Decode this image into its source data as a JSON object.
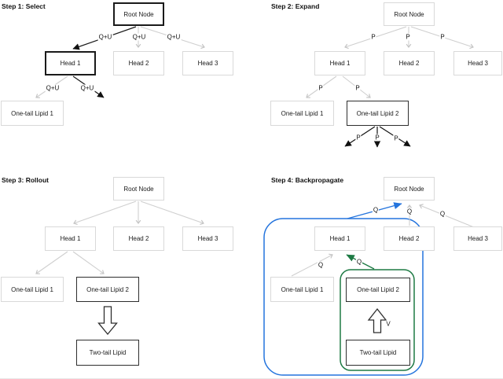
{
  "figure": {
    "type": "diagram",
    "subject": "Monte Carlo Tree Search steps over a lipid-design tree"
  },
  "colors": {
    "accent_blue": "#2474dd",
    "accent_green": "#1e7a44",
    "edge_gray": "#cfcfcf",
    "box_border_light": "#d9d9d9",
    "box_border_dark": "#2e2e2e"
  },
  "panels": {
    "step1": {
      "title": "Step 1: Select",
      "nodes": {
        "root": "Root Node",
        "head1": "Head 1",
        "head2": "Head 2",
        "head3": "Head 3",
        "lipid1": "One-tail Lipid 1"
      },
      "edge_labels": [
        "Q+U",
        "Q+U",
        "Q+U",
        "Q+U",
        "Q+U"
      ]
    },
    "step2": {
      "title": "Step 2: Expand",
      "nodes": {
        "root": "Root Node",
        "head1": "Head 1",
        "head2": "Head 2",
        "head3": "Head 3",
        "lipid1": "One-tail Lipid 1",
        "lipid2": "One-tail Lipid 2"
      },
      "edge_labels": [
        "P",
        "P",
        "P",
        "P",
        "P",
        "P",
        "P",
        "P"
      ]
    },
    "step3": {
      "title": "Step 3: Rollout",
      "nodes": {
        "root": "Root Node",
        "head1": "Head 1",
        "head2": "Head 2",
        "head3": "Head 3",
        "lipid1": "One-tail Lipid 1",
        "lipid2": "One-tail Lipid 2",
        "twotail": "Two-tail Lipid"
      }
    },
    "step4": {
      "title": "Step 4: Backpropagate",
      "nodes": {
        "root": "Root Node",
        "head1": "Head 1",
        "head2": "Head 2",
        "head3": "Head 3",
        "lipid1": "One-tail Lipid 1",
        "lipid2": "One-tail Lipid 2",
        "twotail": "Two-tail Lipid"
      },
      "edge_labels": [
        "Q",
        "Q",
        "Q",
        "Q",
        "Q"
      ],
      "value_label": "V"
    }
  }
}
